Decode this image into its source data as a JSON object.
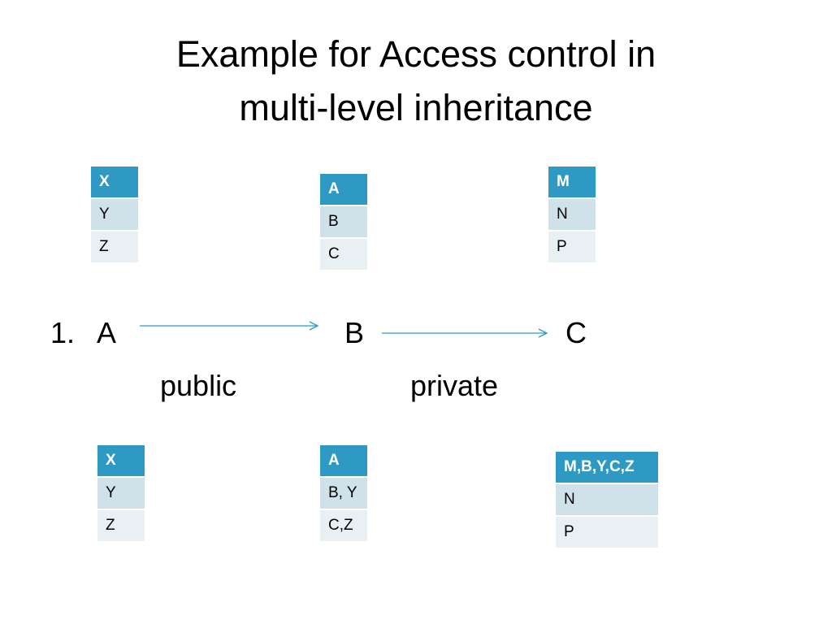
{
  "title": {
    "line1": "Example for Access control in",
    "line2": "multi-level inheritance"
  },
  "colors": {
    "header": "#2e9ac3",
    "row_dark": "#cfe2ea",
    "row_light": "#e8f0f4",
    "arrow": "#2e9ac3"
  },
  "top_tables": [
    {
      "header": "X",
      "rows": [
        "Y",
        "Z"
      ]
    },
    {
      "header": "A",
      "rows": [
        "B",
        "C"
      ]
    },
    {
      "header": "M",
      "rows": [
        "N",
        "P"
      ]
    }
  ],
  "bottom_tables": [
    {
      "header": "X",
      "rows": [
        "Y",
        "Z"
      ]
    },
    {
      "header": "A",
      "rows": [
        "B, Y",
        "C,Z"
      ]
    },
    {
      "header": "M,B,Y,C,Z",
      "rows": [
        "N",
        "P"
      ]
    }
  ],
  "chain": {
    "number": "1.",
    "node1": "A",
    "node2": "B",
    "node3": "C",
    "label1": "public",
    "label2": "private"
  }
}
